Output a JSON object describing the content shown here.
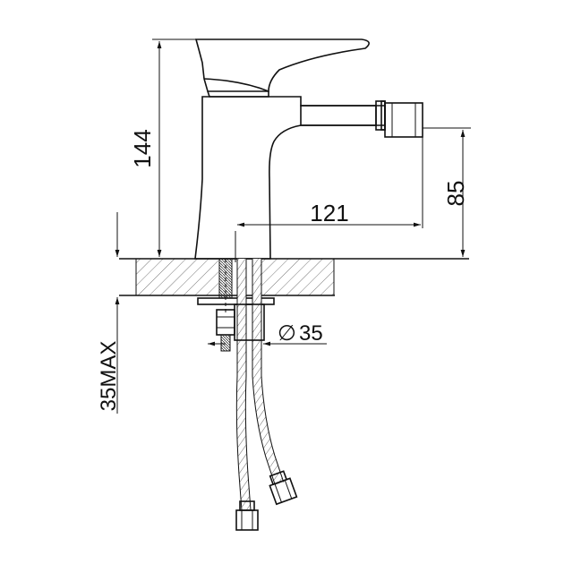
{
  "drawing": {
    "dimensions": {
      "total_height": "144",
      "spout_height": "85",
      "spout_reach": "121",
      "hole_diameter": "35",
      "diameter_symbol": "∅",
      "max_deck_thickness": "35MAX"
    }
  }
}
